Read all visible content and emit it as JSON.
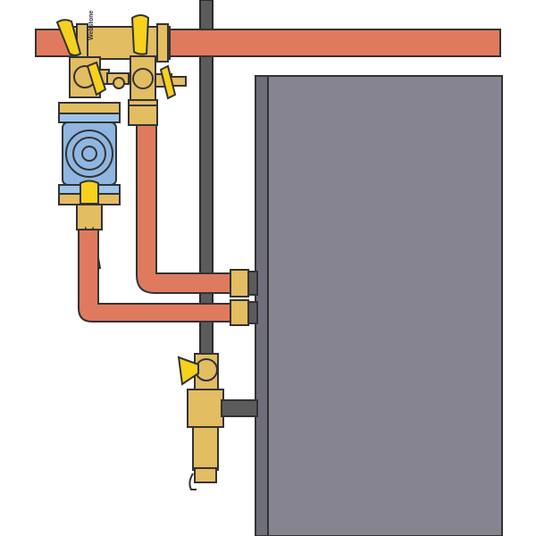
{
  "diagram": {
    "valve_brand": "Webstone",
    "colors": {
      "background": "#ffffff",
      "copper_pipe": "#e07a5f",
      "copper_outline": "#333333",
      "brass": "#e3bd62",
      "brass_dark": "#b98f33",
      "handle_yellow": "#f6d21c",
      "pump_body": "#8fb6e0",
      "pump_flange": "#9ec4ea",
      "tank_body": "#858490",
      "tank_side": "#6f6e7b",
      "vent_pipe": "#5a5a5a"
    },
    "parts": [
      {
        "id": "supply-header-pipe",
        "icon": "copper-pipe"
      },
      {
        "id": "purge-ball-valve-left",
        "icon": "ball-valve"
      },
      {
        "id": "purge-ball-valve-right",
        "icon": "ball-valve"
      },
      {
        "id": "circulator-pump",
        "icon": "pump"
      },
      {
        "id": "pump-isolation-valve",
        "icon": "ball-valve"
      },
      {
        "id": "indirect-water-heater-tank",
        "icon": "tank"
      },
      {
        "id": "drain-ball-valve",
        "icon": "ball-valve"
      },
      {
        "id": "tee-fitting",
        "icon": "tee"
      },
      {
        "id": "vent-pipe",
        "icon": "pipe"
      }
    ]
  }
}
